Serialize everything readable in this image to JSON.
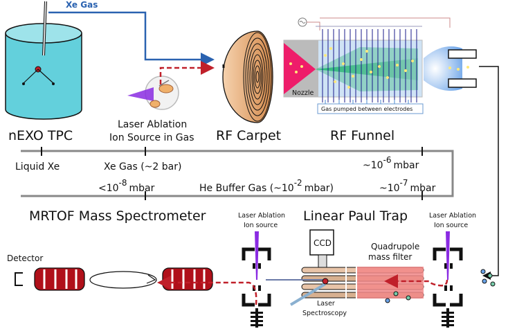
{
  "top_labels": {
    "xe_gas": "Xe Gas",
    "nexo_tpc": "nEXO TPC",
    "laser_ablation_line1": "Laser Ablation",
    "laser_ablation_line2": "Ion Source in Gas",
    "rf_carpet": "RF Carpet",
    "rf_funnel": "RF Funnel",
    "nozzle": "Nozzle",
    "gas_pumped": "Gas pumped between electrodes"
  },
  "upper_scale": {
    "liquid_xe": "Liquid Xe",
    "xe_gas_pressure": "Xe Gas (~2 bar)",
    "funnel_pressure_base": "~10",
    "funnel_pressure_exp": "-6",
    "funnel_pressure_unit": "mbar"
  },
  "lower_scale": {
    "mrtof_pressure_base": "<10",
    "mrtof_pressure_exp": "-8",
    "mrtof_pressure_unit": "mbar",
    "buffer_gas_base": "He Buffer Gas (~10",
    "buffer_gas_exp": "-2",
    "buffer_gas_unit": "mbar)",
    "trap_pressure_base": "~10",
    "trap_pressure_exp": "-7",
    "trap_pressure_unit": "mbar"
  },
  "bottom_labels": {
    "mrtof": "MRTOF Mass Spectrometer",
    "paul_trap": "Linear Paul Trap",
    "laser_ablation_a_line1": "Laser Ablation",
    "laser_ablation_a_line2": "Ion source",
    "laser_ablation_b_line1": "Laser Ablation",
    "laser_ablation_b_line2": "Ion source",
    "quadrupole_line1": "Quadrupole",
    "quadrupole_line2": "mass filter",
    "ccd": "CCD",
    "detector": "Detector",
    "laser_line1": "Laser",
    "laser_line2": "Spectroscopy"
  },
  "colors": {
    "gas_line": "#2a62b0",
    "ion_path": "#c0202a",
    "laser": "#8a2be2",
    "tpc_fill": "#63d0dc",
    "mrtof_red": "#b0101a"
  }
}
